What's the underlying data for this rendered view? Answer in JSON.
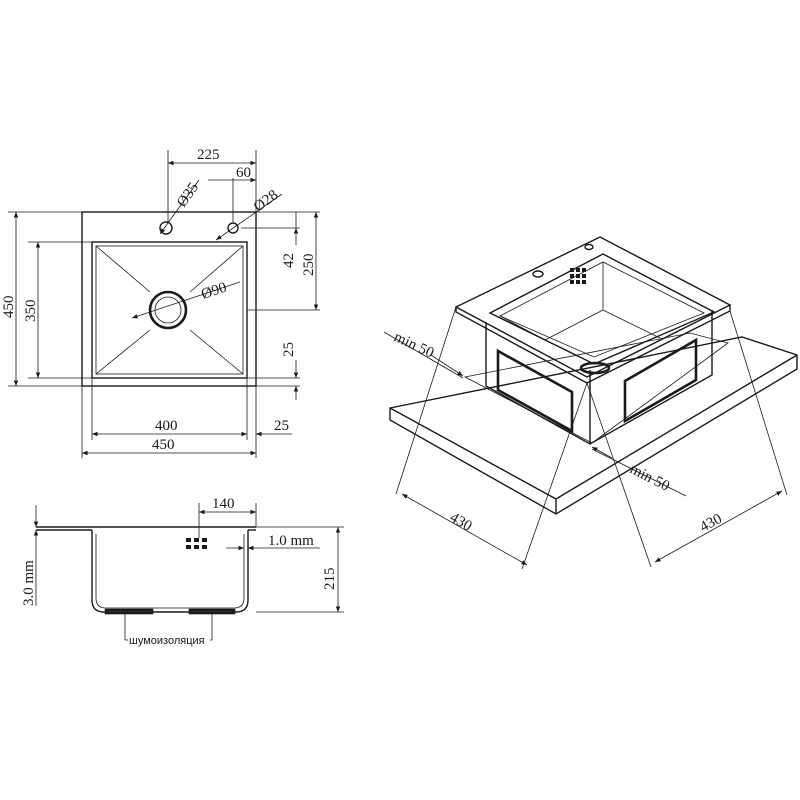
{
  "top_view": {
    "dim_225": "225",
    "dim_60": "60",
    "dim_d35": "Ø35",
    "dim_d28": "Ø28",
    "dim_d90": "Ø90",
    "dim_450_left": "450",
    "dim_350": "350",
    "dim_42": "42",
    "dim_250": "250",
    "dim_25_right": "25",
    "dim_400": "400",
    "dim_25_bottom": "25",
    "dim_450_bottom": "450"
  },
  "side_view": {
    "dim_140": "140",
    "dim_1mm": "1.0 mm",
    "dim_3mm": "3.0 mm",
    "dim_215": "215",
    "label_insulation": "шумоизоляция"
  },
  "iso_view": {
    "min_50_left": "min 50",
    "min_50_right": "min 50",
    "dim_430_left": "430",
    "dim_430_right": "430"
  }
}
